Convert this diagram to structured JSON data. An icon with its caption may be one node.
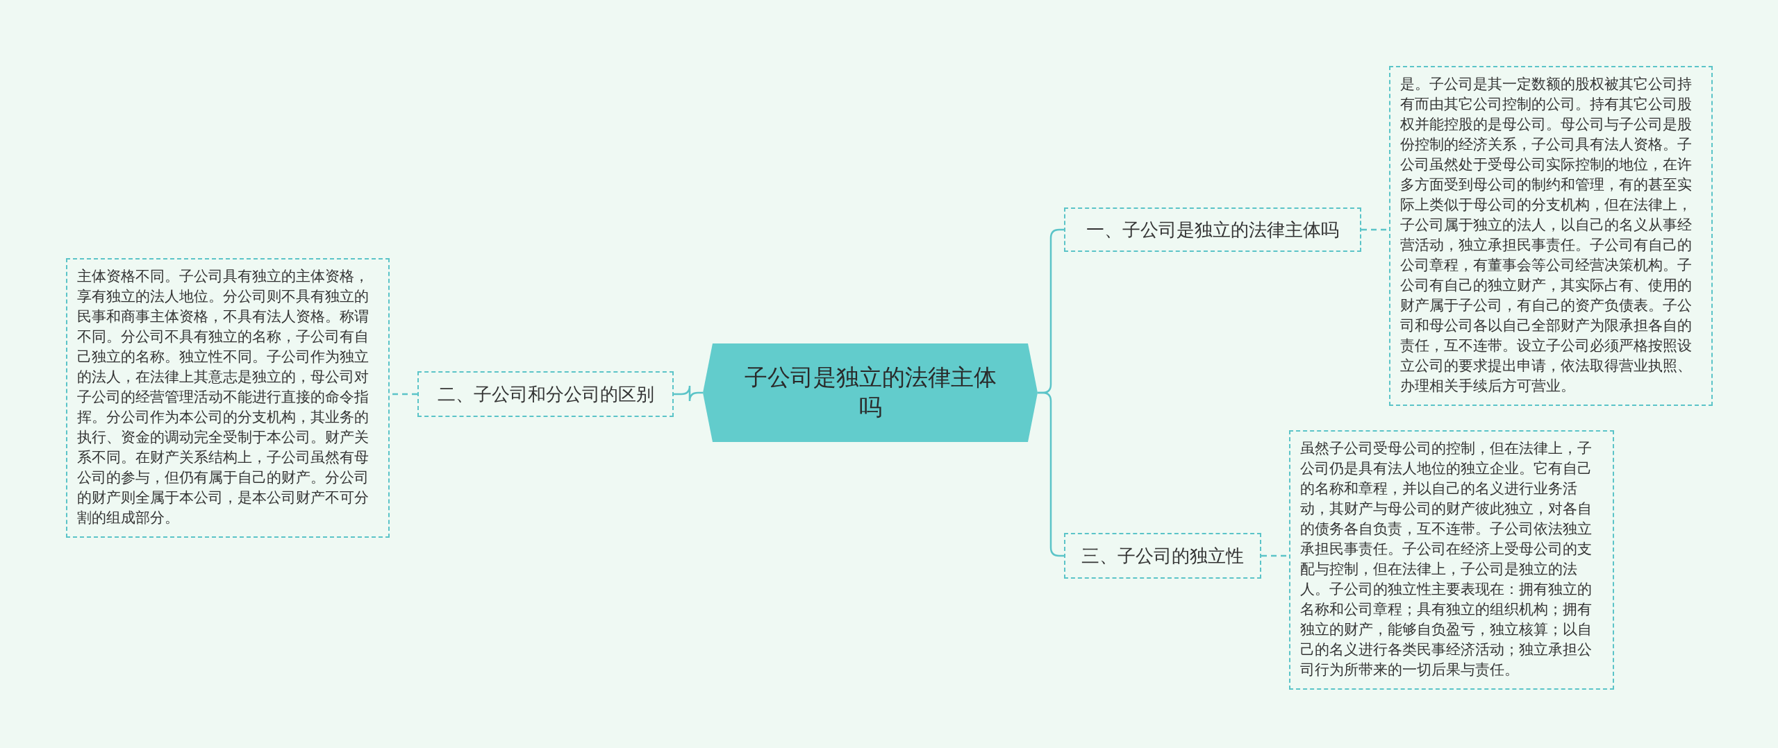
{
  "diagram": {
    "nodes": [
      {
        "text": [
          "子公司是独立的法律主体吗"
        ]
      },
      {
        "text": [
          "一、子公司是独立的法律主体吗"
        ]
      },
      {
        "text": [
          "是。子公司是其一定数额的股权被其它公司持有而由其它公司控制的公司。持有其它公司股权并能控股的是母公司。母公司与子公司是股份控制的经济关系，子公司具有法人资格。子公司虽然处于受母公司实际控制的地位，在许多方面受到母公司的制约和管理，有的甚至实际上类似于母公司的分支机构，但在法律上，子公司属于独立的法人，以自己的名义从事经营活动，独立承担民事责任。子公司有自己的公司章程，有董事会等公司经营决策机构。子公司有自己的独立财产，其实际占有、使用的财产属于子公司，有自己的资产负债表。子公司和母公司各以自己全部财产为限承担各自的责任，互不连带。设立子公司必须严格按照设立公司的要求提出申请，依法取得营业执照、办理相关手续后方可营业。"
        ]
      },
      {
        "text": [
          "二、子公司和分公司的区别"
        ]
      },
      {
        "text": [
          "主体资格不同。子公司具有独立的主体资格，享有独立的法人地位。分公司则不具有独立的民事和商事主体资格，不具有法人资格。称谓不同。分公司不具有独立的名称，子公司有自己独立的名称。独立性不同。子公司作为独立的法人，在法律上其意志是独立的，母公司对子公司的经营管理活动不能进行直接的命令指挥。分公司作为本公司的分支机构，其业务的执行、资金的调动完全受制于本公司。财产关系不同。在财产关系结构上，子公司虽然有母公司的参与，但仍有属于自己的财产。分公司的财产则全属于本公司，是本公司财产不可分割的组成部分。"
        ]
      },
      {
        "text": [
          "三、子公司的独立性"
        ]
      },
      {
        "text": [
          "虽然子公司受母公司的控制，但在法律上，子公司仍是具有法人地位的独立企业。它有自己的名称和章程，并以自己的名义进行业务活动，其财产与母公司的财产彼此独立，对各自的债务各自负责，互不连带。子公司依法独立承担民事责任。子公司在经济上受母公司的支配与控制，但在法律上，子公司是独立的法人。子公司的独立性主要表现在：拥有独立的名称和公司章程；具有独立的组织机构；拥有独立的财产，能够自负盈亏，独立核算；以自己的名义进行各类民事经济活动；独立承担公司行为所带来的一切后果与责任。"
        ]
      }
    ],
    "edges": [
      {
        "from": 0,
        "to": 1,
        "arrow": "none"
      },
      {
        "from": 1,
        "to": 2,
        "arrow": "none",
        "style": "dashed"
      },
      {
        "from": 0,
        "to": 3,
        "arrow": "none"
      },
      {
        "from": 3,
        "to": 4,
        "arrow": "none",
        "style": "dashed"
      },
      {
        "from": 0,
        "to": 5,
        "arrow": "none"
      },
      {
        "from": 5,
        "to": 6,
        "arrow": "none",
        "style": "dashed"
      }
    ]
  }
}
